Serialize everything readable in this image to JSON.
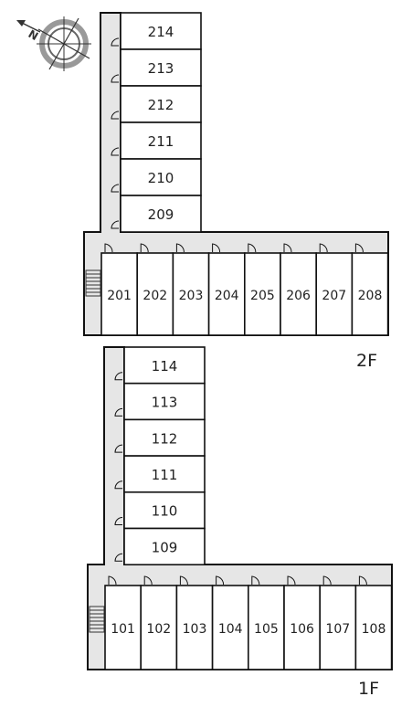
{
  "compass": {
    "label": "N",
    "icon": "compass-rose-icon"
  },
  "floors": [
    {
      "id": "2f",
      "label": "2F",
      "vertical_rooms": [
        "214",
        "213",
        "212",
        "211",
        "210",
        "209"
      ],
      "horizontal_rooms": [
        "201",
        "202",
        "203",
        "204",
        "205",
        "206",
        "207",
        "208"
      ]
    },
    {
      "id": "1f",
      "label": "1F",
      "vertical_rooms": [
        "114",
        "113",
        "112",
        "111",
        "110",
        "109"
      ],
      "horizontal_rooms": [
        "101",
        "102",
        "103",
        "104",
        "105",
        "106",
        "107",
        "108"
      ]
    }
  ],
  "colors": {
    "corridor": "#e6e6e6",
    "line": "#111111",
    "room": "#ffffff"
  }
}
